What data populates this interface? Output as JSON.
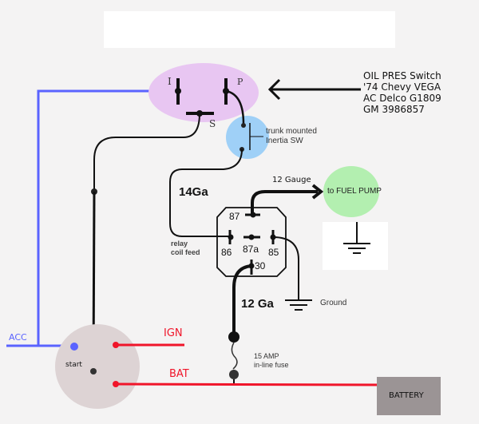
{
  "diagram": {
    "type": "wiring-schematic",
    "colors": {
      "background": "#f4f3f3",
      "oil_switch_fill": "#e8c6f2",
      "inertia_switch_fill": "#9fd0f7",
      "fuel_pump_fill": "#b3efb0",
      "ignition_switch_fill": "#ddd3d4",
      "battery_fill": "#9b9495",
      "acc_wire": "#5a63ff",
      "power_wire": "#f0152a",
      "ground_wire": "#111111"
    },
    "oil_switch": {
      "terminal_i": "I",
      "terminal_p": "P",
      "terminal_s": "S",
      "caption": [
        "OIL PRES Switch",
        "'74 Chevy VEGA",
        "AC Delco G1809",
        "GM 3986857"
      ]
    },
    "inertia_switch": {
      "caption": [
        "trunk mounted",
        "Inertia SW"
      ]
    },
    "wires": {
      "coil_feed_gauge": "14Ga",
      "pump_feed_gauge": "12 Gauge",
      "battery_feed_gauge": "12 Ga"
    },
    "relay": {
      "pins": {
        "p87": "87",
        "p86": "86",
        "p87a": "87a",
        "p85": "85",
        "p30": "30"
      },
      "coil_feed_label": [
        "relay",
        "coil feed"
      ]
    },
    "fuel_pump": {
      "label": "to FUEL PUMP"
    },
    "ground": {
      "label": "Ground"
    },
    "fuse": {
      "label": [
        "15 AMP",
        "in-line fuse"
      ]
    },
    "ignition_switch": {
      "acc": "ACC",
      "ign": "IGN",
      "bat": "BAT",
      "start": "start"
    },
    "battery": {
      "label": "BATTERY"
    }
  }
}
